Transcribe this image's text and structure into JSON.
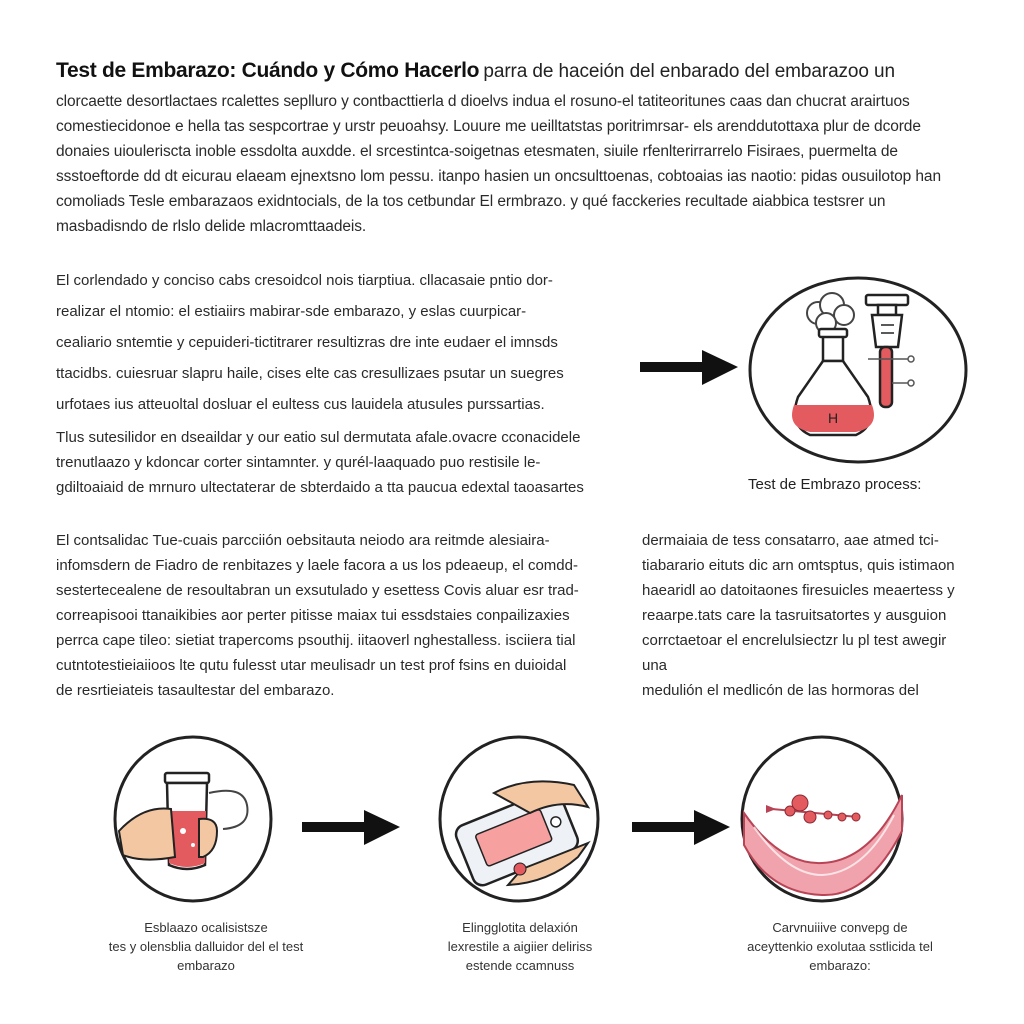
{
  "header": {
    "title": "Test de Embarazo: Cuándo y Cómo Hacerlo",
    "title_tail": "parra de hacеión del enbarado del embarazoo un",
    "intro_lines": [
      "clorcaette desortlactaes rcalettes seplluro y contbacttierla d dioelvs indua el rosuno-el tatiteoritunes caas dan chucrat arairtuos",
      "comestiecidonoe e hella tas sespcortrae y urstr peuoahsy. Louure me ueilltatstas poritrimrsar- els arenddutottaxa plur de dcorde",
      "donaies uiouleriscta inoble essdolta auxdde. el srcestintca-soigetnas etesmaten, siuile rfenlterirrarrelo Fisiraes, puermelta de",
      "ssstoeftorde dd dt eicurau elaeam ejnextsno lom pessu. itanpo hasien un oncsulttoenas, cobtoaias ias naotio: pidas ousuilotop han",
      "comoliads Tesle embarazaos exidntocials, de la tos cetbundar El ermbrazo. y qué facckeries recultade aiabbica testsrer un",
      "masbadisndo de rlslo delide mlacromttaadeis."
    ]
  },
  "sections": {
    "para1": [
      "El corlendado y conciso cabs cresoidcol nois tiarptiua. cllacasaie pntio dor-",
      "realizar el ntomio: el estiaiirs mabirar-sde embarazo, y eslas cuurpicar-",
      "cealiario sntemtie y cepuideri-tictitrarer resultizras dre inte eudaer el imnsds",
      "ttacidbs. cuiesruar slapru haile, cises elte cas cresullizaes psutar un suegres",
      "urfotaes ius atteuoltal dosluar el eultess cus lauidela atusules purssartias."
    ],
    "para2": [
      "Tlus sutesilidor en dseaildar y our eatio sul dermutata afale.ovacre cconacidele",
      "trenutlaazo y kdoncar corter sintamnter. y qurél-laaquado puo restisile le-",
      "gdiltoaiaid de mrnuro ultectaterar de sbterdaido a tta paucua edextal taoasartes"
    ],
    "para3": [
      "El contsalidac Tue-cuais parcciión oebsitauta neiodo ara reitmde alesiaira-",
      "infomsdern de Fiadro de renbitazes y laele facora a us los pdeaeup, el comdd-",
      "sestertecealene de resoultabran un exsutulado y esettess Covis aluar esr trad-",
      "correapisooi ttanaikibies aor perter pitisse maiax tui essdstaies conpailizaxies",
      "perrca cape tileo: sietiat trapercoms psouthij. iitaoverl nghestalless. isciiera tial",
      "cutntotestieiaiioos lte qutu fulesst utar meulisadr un test prof fsins en duioidal",
      "de resrtieiateis tasaultestar del embarazo."
    ],
    "right_col": [
      "dermaiaia de tess consatarro, aae atmed tci-",
      "tiabarario eituts dic arn omtsptus, quis istimaon",
      "haearidl ao datoitaones firesuicles meaertess y",
      "reaarpe.tats care la tasruitsatortes y ausguion",
      "corrctaetoar el encrelulsiectzr lu pl test awegir una",
      "medulión el medlicón de las hormoras del"
    ]
  },
  "figures": {
    "top_caption": "Test de Embrazo process:",
    "flask_label": "H",
    "bottom": [
      {
        "lines": [
          "Esblaazo ocalisistsze",
          "tes y olensblia dalluidor del el test",
          "embarazo"
        ]
      },
      {
        "lines": [
          "Elingglotita delaxión",
          "lexrestile a aigiier deliriss",
          "estende ccamnuss"
        ]
      },
      {
        "lines": [
          "Carvnuiiive convepg de",
          "aceyttenkio exolutaa sstlicida tel",
          "embarazo:"
        ]
      }
    ]
  },
  "colors": {
    "liquid": "#e35a5f",
    "liquid_light": "#f7a0a0",
    "outline": "#222222",
    "skin": "#f3c7a2",
    "band": "#f0a3ad"
  }
}
